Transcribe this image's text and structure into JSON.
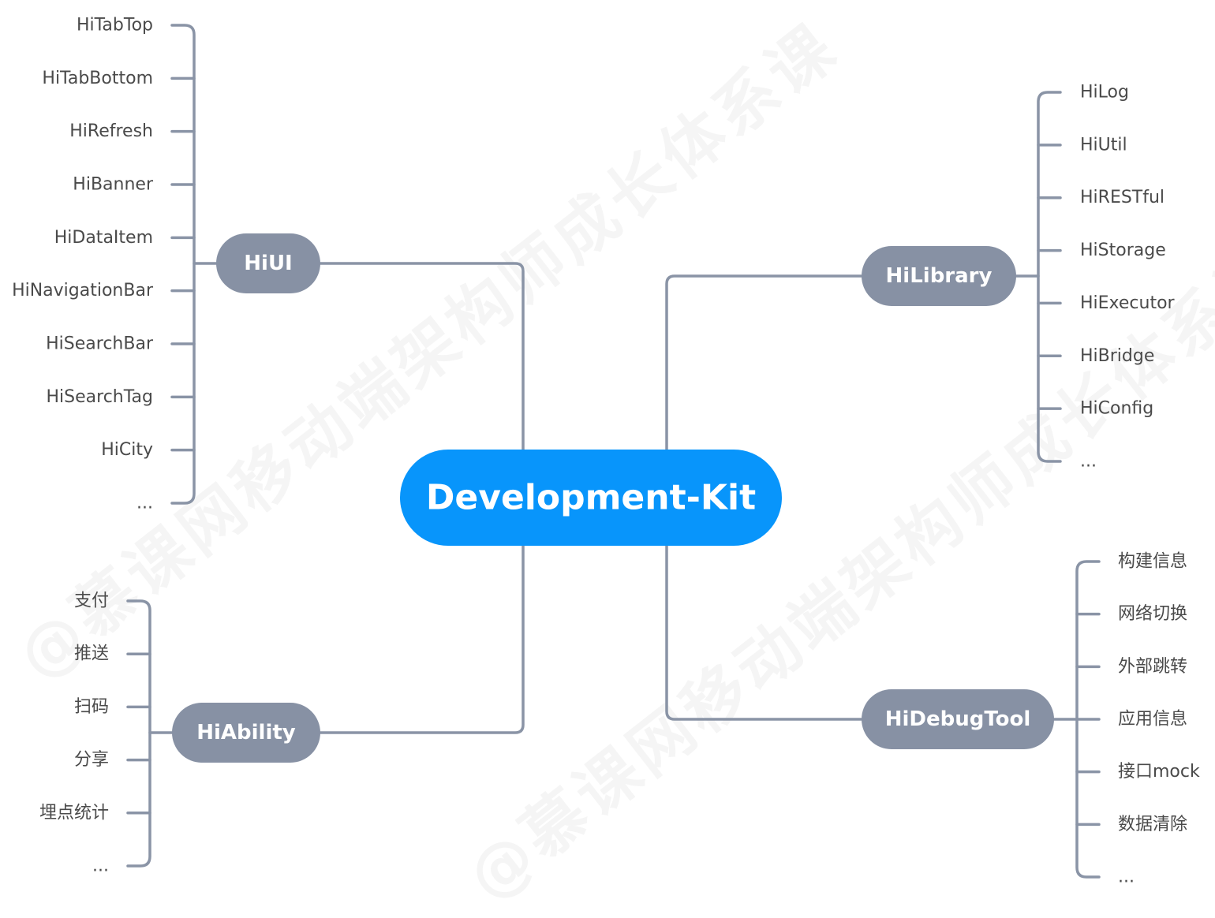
{
  "central": {
    "label": "Development-Kit"
  },
  "colors": {
    "central_fill": "#0895fb",
    "branch_fill": "#8791a4",
    "line": "#8a94a6",
    "text": "#4a4a4a"
  },
  "branches": [
    {
      "label": "HiUI",
      "items": [
        "HiTabTop",
        "HiTabBottom",
        "HiRefresh",
        "HiBanner",
        "HiDataItem",
        "HiNavigationBar",
        "HiSearchBar",
        "HiSearchTag",
        "HiCity",
        "..."
      ]
    },
    {
      "label": "HiLibrary",
      "items": [
        "HiLog",
        "HiUtil",
        "HiRESTful",
        "HiStorage",
        "HiExecutor",
        "HiBridge",
        "HiConfig",
        "..."
      ]
    },
    {
      "label": "HiAbility",
      "items": [
        "支付",
        "推送",
        "扫码",
        "分享",
        "埋点统计",
        "..."
      ]
    },
    {
      "label": "HiDebugTool",
      "items": [
        "构建信息",
        "网络切换",
        "外部跳转",
        "应用信息",
        "接口mock",
        "数据清除",
        "..."
      ]
    }
  ],
  "watermark": "@慕课网移动端架构师成长体系课"
}
